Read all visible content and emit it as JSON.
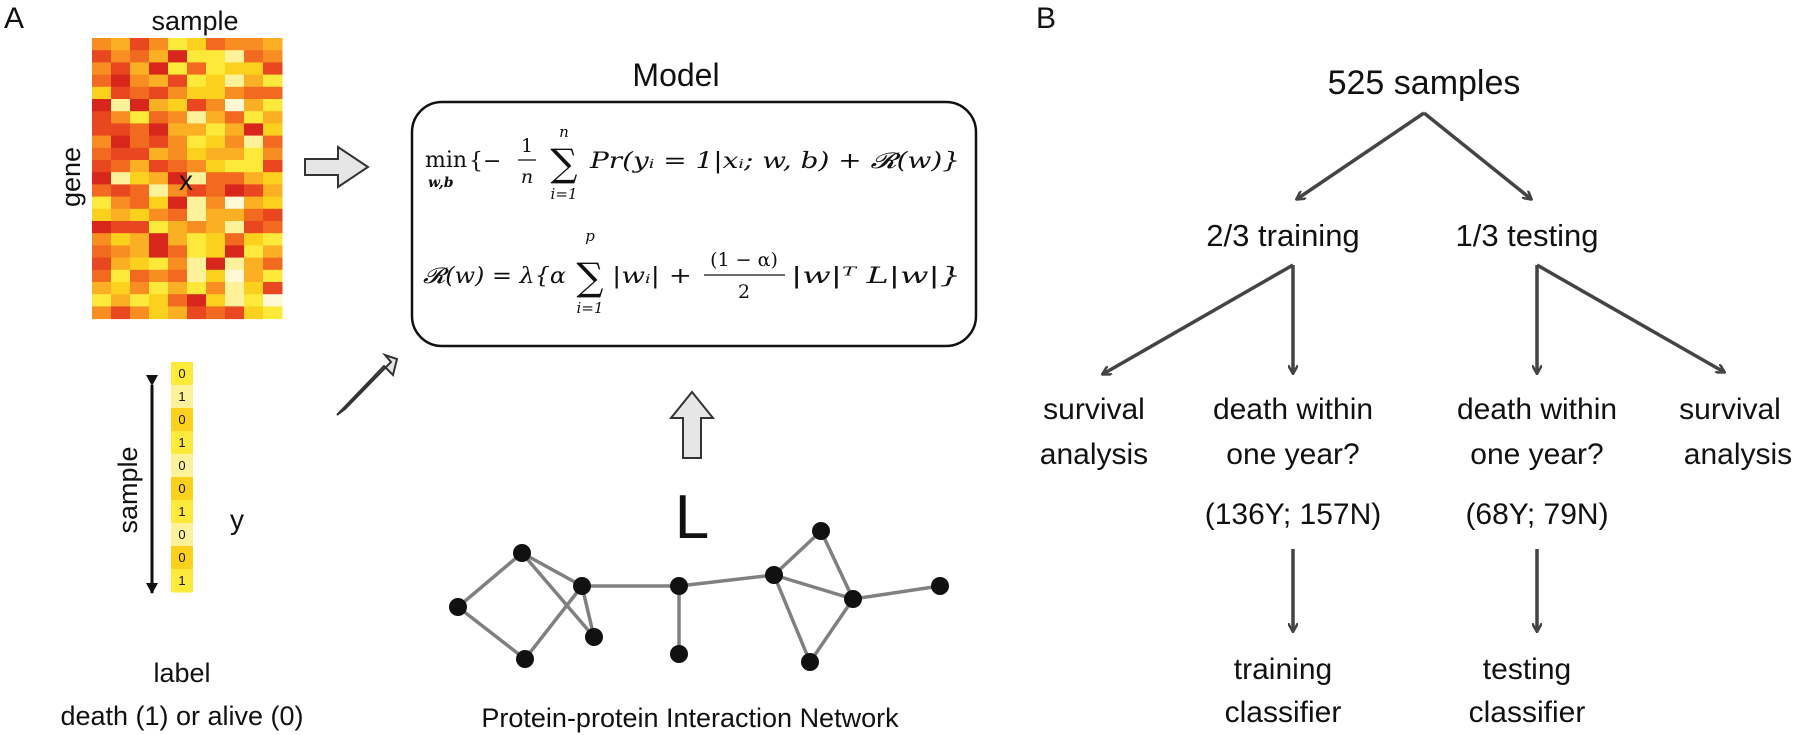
{
  "panel_a": {
    "label": "A",
    "matrix_top_label": "sample",
    "matrix_side_label": "gene",
    "matrix_symbol": "x",
    "heatmap_rows": [
      "DEBDGFCDDE",
      "BDCEAGGHCD",
      "DBEAGCGFFB",
      "CADEBGFHEG",
      "FBCBDFFDCC",
      "AHAEFBDIEG",
      "BDGCDHECGE",
      "BBCAEEGEAF",
      "DACBDGFDHC",
      "CBBEDFEEGD",
      "BCEBCDFGGB",
      "AHFEAHCCEF",
      "CBCHDBCABE",
      "GDCFAHDIEF",
      "FEFDCHEECB",
      "ABBGEDEHBC",
      "DFEAEGFCFG",
      "CDEACGFAGE",
      "BEFGDHAHEC",
      "CGCDCHFIEG",
      "EFDGEGDHFB",
      "GEGFCAFHGI",
      "DBDFEBCBFG"
    ],
    "heatmap_colors": {
      "A": "#d9261c",
      "B": "#e8471f",
      "C": "#f26a1f",
      "D": "#f88e22",
      "E": "#fbb024",
      "F": "#fcd11d",
      "G": "#fde93a",
      "H": "#fdf29a",
      "I": "#fef9d4"
    },
    "label_vector": [
      "0",
      "1",
      "0",
      "1",
      "0",
      "0",
      "1",
      "0",
      "0",
      "1"
    ],
    "label_vector_colors": [
      "#fde93a",
      "#fdf29a",
      "#fcd11d",
      "#fde93a",
      "#fdf29a",
      "#fcd11d",
      "#fde93a",
      "#fdf29a",
      "#fcd11d",
      "#fde93a"
    ],
    "vector_axis_label": "sample",
    "vector_symbol": "y",
    "vector_caption_line1": "label",
    "vector_caption_line2": "death (1) or alive (0)",
    "model_title": "Model",
    "eq1": {
      "min_sign": "min",
      "min_sub": "w,b",
      "open": "{−",
      "frac_num": "1",
      "frac_den": "n",
      "sum_sign": "∑",
      "sum_top": "n",
      "sum_bot": "i=1",
      "body": "Pr(yᵢ = 1|xᵢ; w, b) + 𝓡(w)}"
    },
    "eq2": {
      "lhs": "𝓡(w) = λ{α",
      "sum_sign": "∑",
      "sum_top": "p",
      "sum_bot": "i=1",
      "abs_term": "|wᵢ| +",
      "frac_num": "(1 − α)",
      "frac_den": "2",
      "tail": "|w|ᵀ L|w|}"
    },
    "network_symbol": "L",
    "network_caption": "Protein-protein Interaction Network"
  },
  "panel_b": {
    "label": "B",
    "root": "525 samples",
    "training": "2/3 training",
    "testing": "1/3 testing",
    "survival_left_l1": "survival",
    "survival_left_l2": "analysis",
    "death_train_l1": "death within",
    "death_train_l2": "one year?",
    "train_counts": "(136Y; 157N)",
    "death_test_l1": "death within",
    "death_test_l2": "one year?",
    "test_counts": "(68Y; 79N)",
    "survival_right_l1": "survival",
    "survival_right_l2": "analysis",
    "train_clf_l1": "training",
    "train_clf_l2": "classifier",
    "test_clf_l1": "testing",
    "test_clf_l2": "classifier"
  }
}
